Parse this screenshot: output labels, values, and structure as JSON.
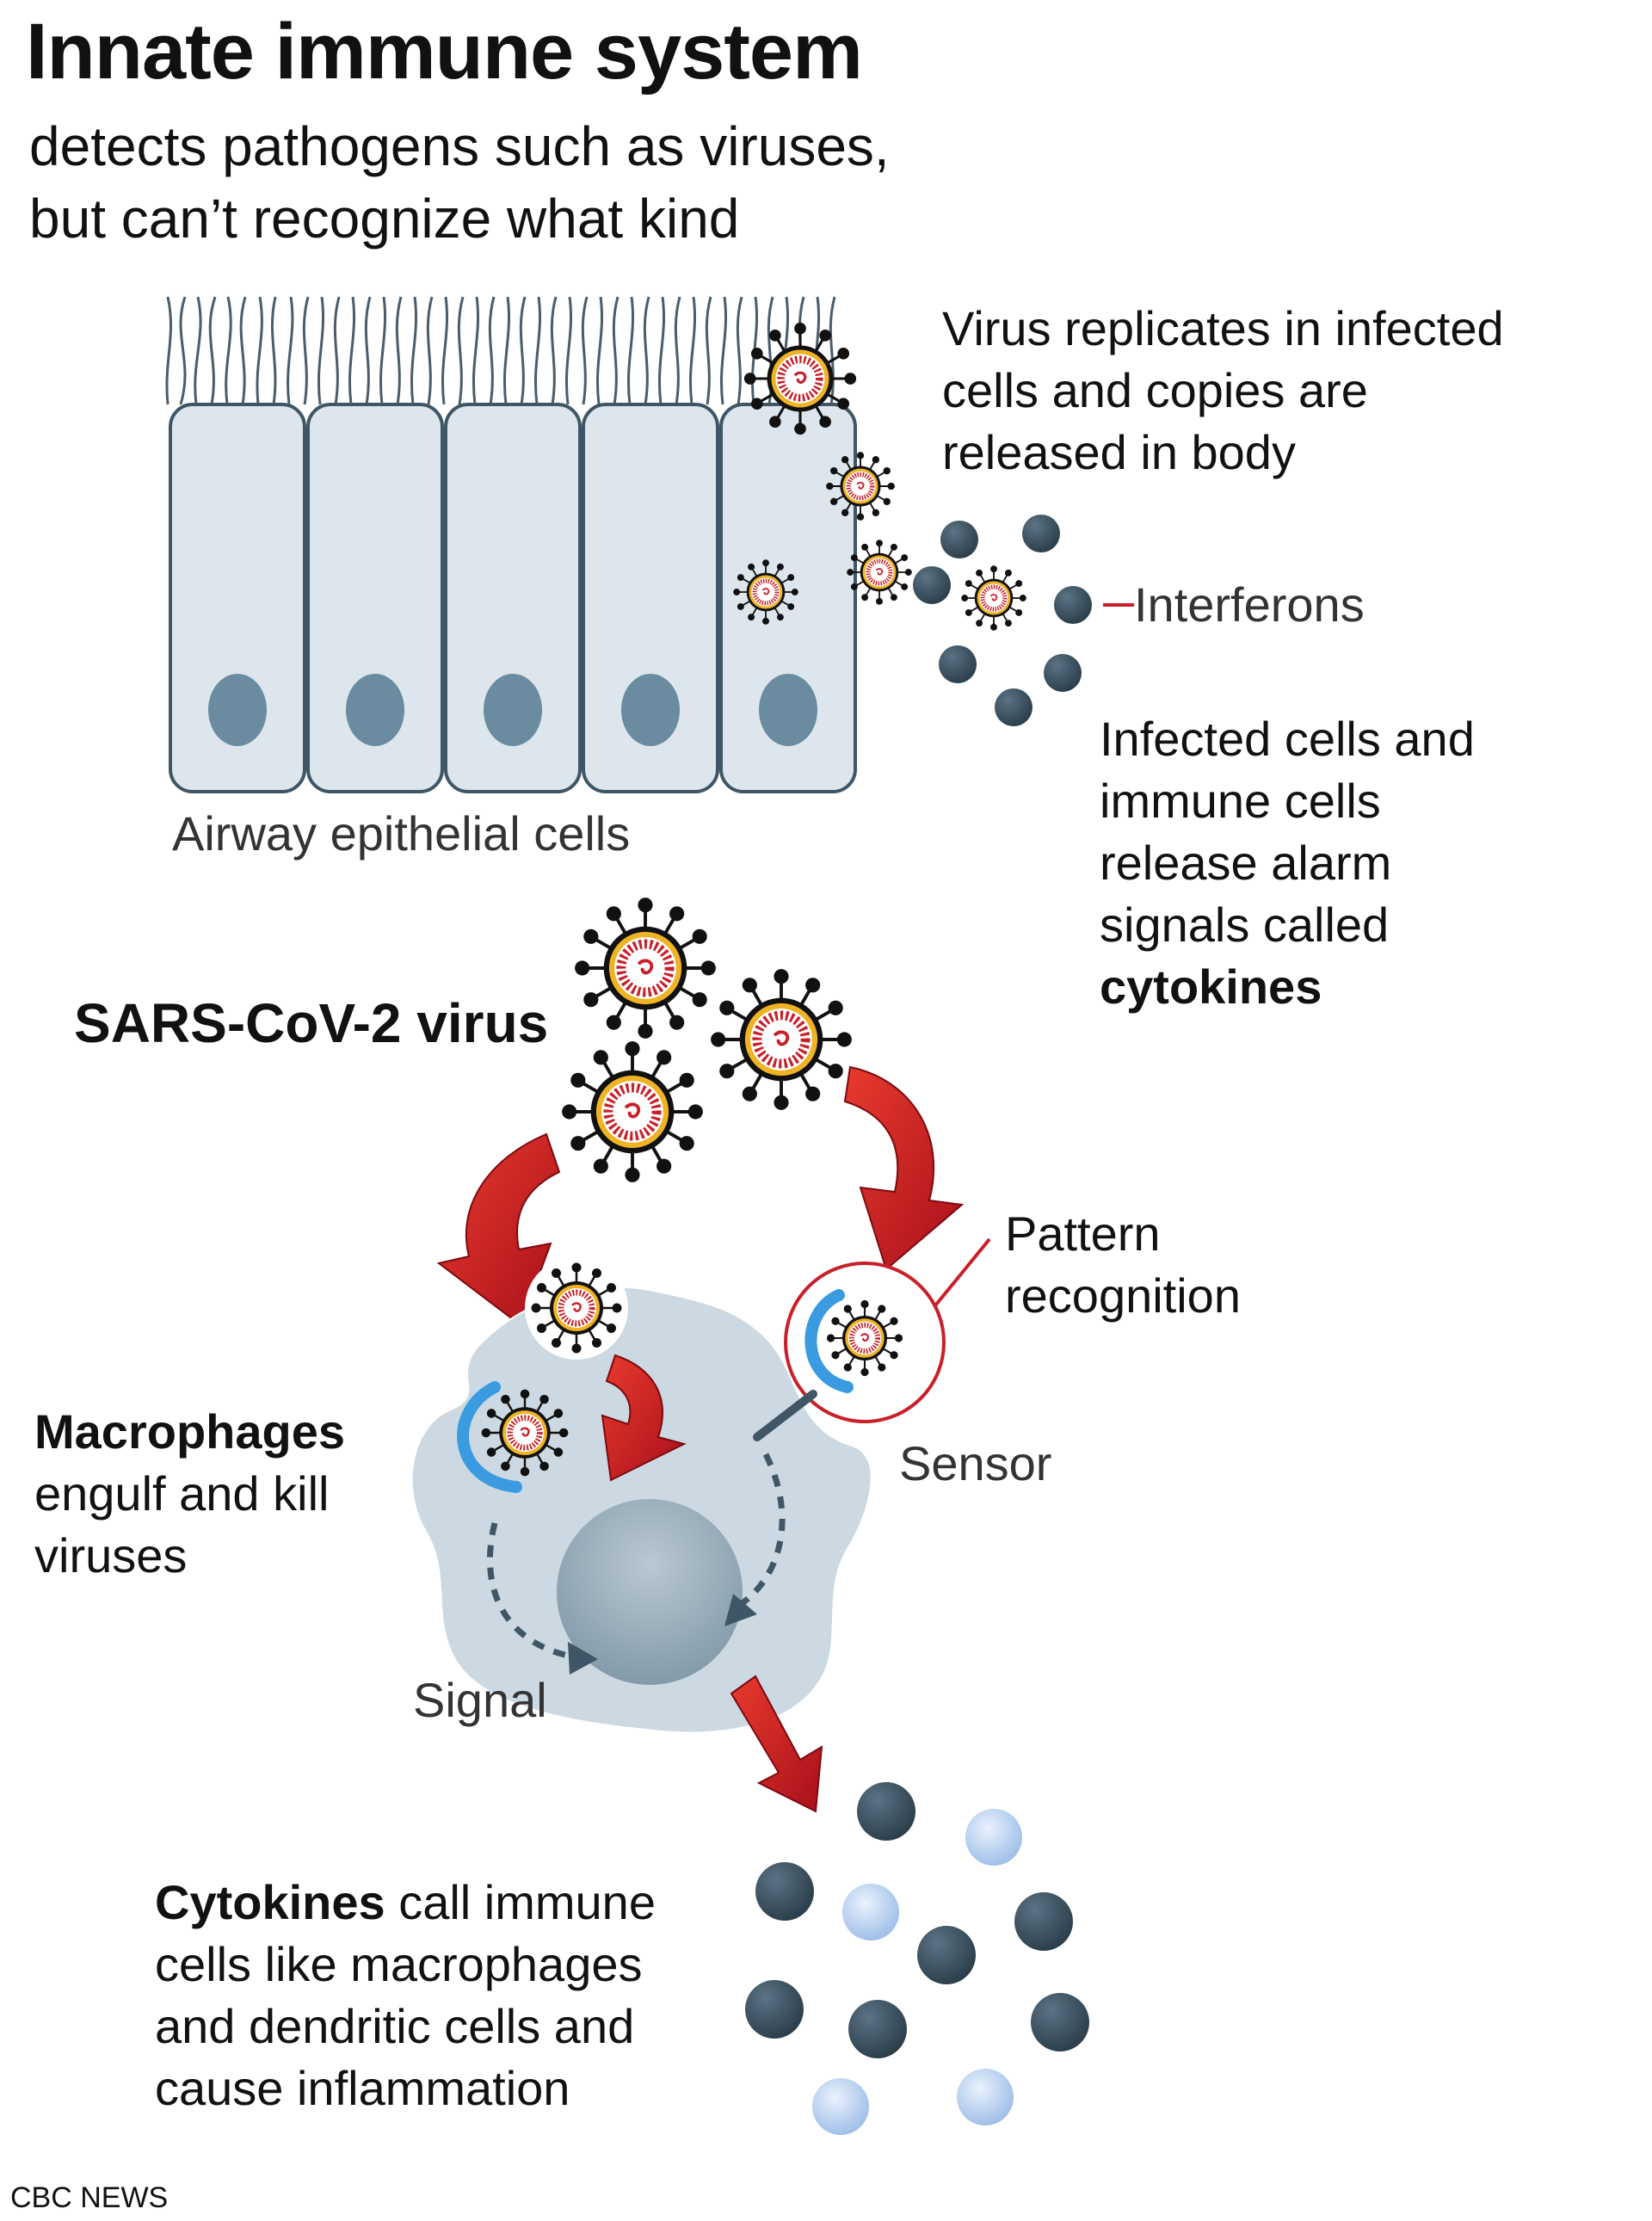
{
  "header": {
    "title": "Innate immune system",
    "subtitle_line1": "detects pathogens such as viruses,",
    "subtitle_line2": "but can’t recognize what kind"
  },
  "labels": {
    "virus_replicates": [
      "Virus replicates in infected",
      "cells and copies are",
      "released in body"
    ],
    "interferons": "Interferons",
    "infected_cells": [
      "Infected cells and",
      "immune cells",
      "release alarm",
      "signals called"
    ],
    "infected_cells_bold": "cytokines",
    "airway": "Airway epithelial cells",
    "sars": "SARS-CoV-2 virus",
    "pattern": [
      "Pattern",
      "recognition"
    ],
    "sensor": "Sensor",
    "macrophages_bold": "Macrophages",
    "macrophages": [
      "engulf and kill",
      "viruses"
    ],
    "signal": "Signal",
    "cytokines_bold": "Cytokines",
    "cytokines_rest": "call immune",
    "cytokines_lines": [
      "cells like macrophages",
      "and dendritic cells and",
      "cause inflammation"
    ]
  },
  "credit": "CBC NEWS",
  "colors": {
    "cell_fill": "#dde6ec",
    "cell_stroke": "#3f5666",
    "nucleus": "#6a8ba0",
    "interferon": "#34495a",
    "cytokine_light": "#a6c4ea",
    "macrophage": "#ccd9e2",
    "arrow_red": "#cc1a1a",
    "receptor_blue": "#3a9be0",
    "virus_red": "#c8202a",
    "virus_gold": "#f0b323"
  },
  "icons": [
    "virus-icon",
    "curved-arrow-icon",
    "receptor-icon",
    "signal-arrow-icon"
  ]
}
